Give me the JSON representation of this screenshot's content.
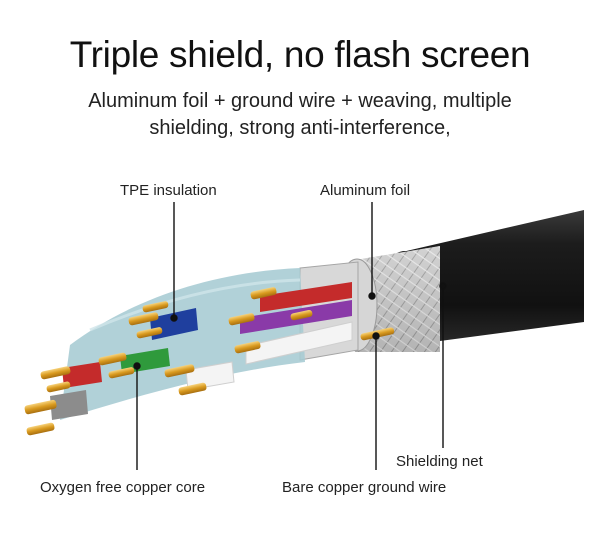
{
  "header": {
    "title": "Triple shield, no flash screen",
    "subtitle_line1": "Aluminum foil + ground wire + weaving, multiple",
    "subtitle_line2": "shielding, strong anti-interference,"
  },
  "labels": {
    "tpe": "TPE insulation",
    "foil": "Aluminum foil",
    "net": "Shielding net",
    "core": "Oxygen free copper core",
    "ground": "Bare copper ground wire"
  },
  "colors": {
    "jacket": "#1b1b1b",
    "braid": "#c4c4c4",
    "wrap": "#a6cbd3",
    "copper": "#e0a52a",
    "pair_red": "#c42b2b",
    "pair_purple": "#8a3aa8",
    "pair_blue": "#1f3f9e",
    "pair_green": "#2f9a3c",
    "pair_white": "#f4f4f4",
    "leader": "#111111"
  }
}
